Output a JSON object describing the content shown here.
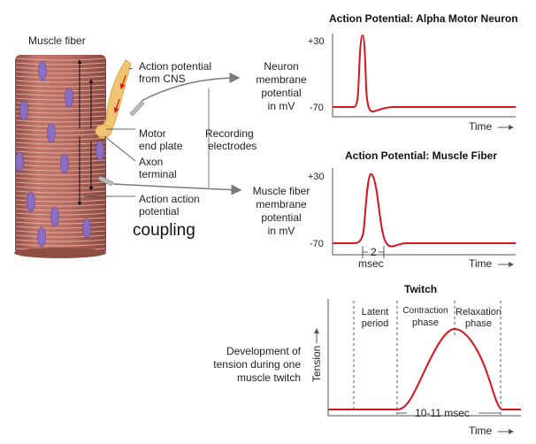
{
  "muscle": {
    "fiber_label": "Muscle fiber",
    "ap_cns": [
      "Action potential",
      "from CNS"
    ],
    "motor_end_plate": [
      "Motor",
      "end plate"
    ],
    "axon_terminal": [
      "Axon",
      "terminal"
    ],
    "recording": [
      "Recording",
      "electrodes"
    ],
    "muscle_ap": [
      "Action action",
      "potential"
    ],
    "coupling": "coupling"
  },
  "neuron_graph": {
    "title": "Action Potential: Alpha Motor Neuron",
    "ylabel": [
      "Neuron",
      "membrane",
      "potential",
      "in mV"
    ],
    "ytick_top": "+30",
    "ytick_bottom": "-70",
    "time_label": "Time"
  },
  "fiber_graph": {
    "title": "Action Potential: Muscle Fiber",
    "ylabel": [
      "Muscle fiber",
      "membrane",
      "potential",
      "in mV"
    ],
    "ytick_top": "+30",
    "ytick_bottom": "-70",
    "span": "2",
    "span_unit": "msec",
    "time_label": "Time"
  },
  "twitch_graph": {
    "title": "Twitch",
    "latent": [
      "Latent",
      "period"
    ],
    "contraction": [
      "Contraction",
      "phase"
    ],
    "relaxation": [
      "Relaxation",
      "phase"
    ],
    "ylabel": [
      "Development of",
      "tension during one",
      "muscle twitch"
    ],
    "tension_axis": "Tension",
    "duration": "10-11 msec",
    "time_label": "Time"
  },
  "colors": {
    "fiber_body": "#b96a5f",
    "fiber_stripe": "#ecc3b7",
    "nucleus": "#8a6ec4",
    "axon": "#f0c470",
    "trace": "#d8141c"
  }
}
